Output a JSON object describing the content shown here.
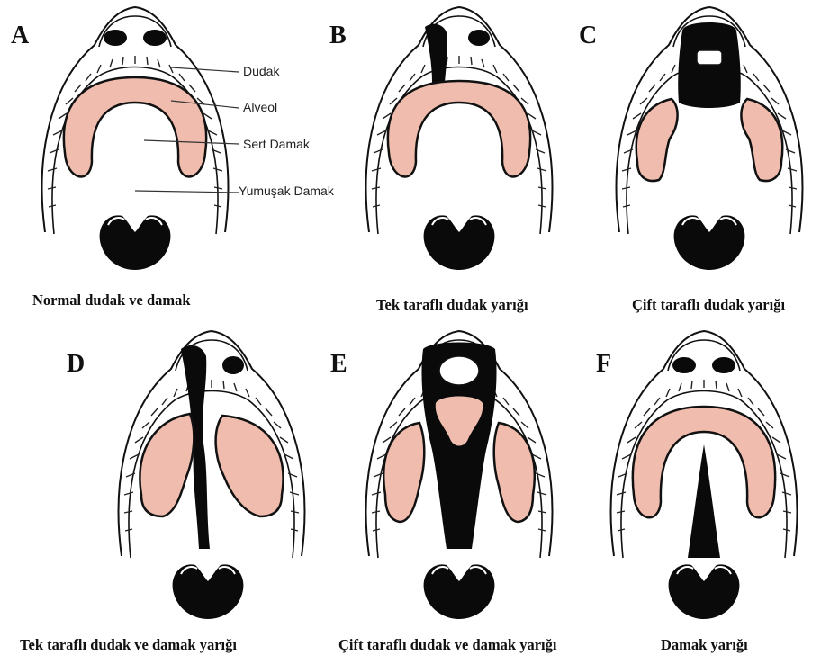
{
  "colors": {
    "tissue": "#efbcae",
    "cleft": "#0a0a0a",
    "outline": "#111111",
    "background": "#ffffff"
  },
  "panels": [
    {
      "id": "A",
      "letter": "A",
      "caption": "Normal dudak ve damak"
    },
    {
      "id": "B",
      "letter": "B",
      "caption": "Tek taraflı dudak yarığı"
    },
    {
      "id": "C",
      "letter": "C",
      "caption": "Çift taraflı dudak yarığı"
    },
    {
      "id": "D",
      "letter": "D",
      "caption": "Tek taraflı dudak ve damak yarığı"
    },
    {
      "id": "E",
      "letter": "E",
      "caption": "Çift taraflı dudak ve damak yarığı"
    },
    {
      "id": "F",
      "letter": "F",
      "caption": "Damak yarığı"
    }
  ],
  "labels": {
    "lip": "Dudak",
    "alveolus": "Alveol",
    "hard_palate": "Sert Damak",
    "soft_palate": "Yumuşak Damak"
  }
}
